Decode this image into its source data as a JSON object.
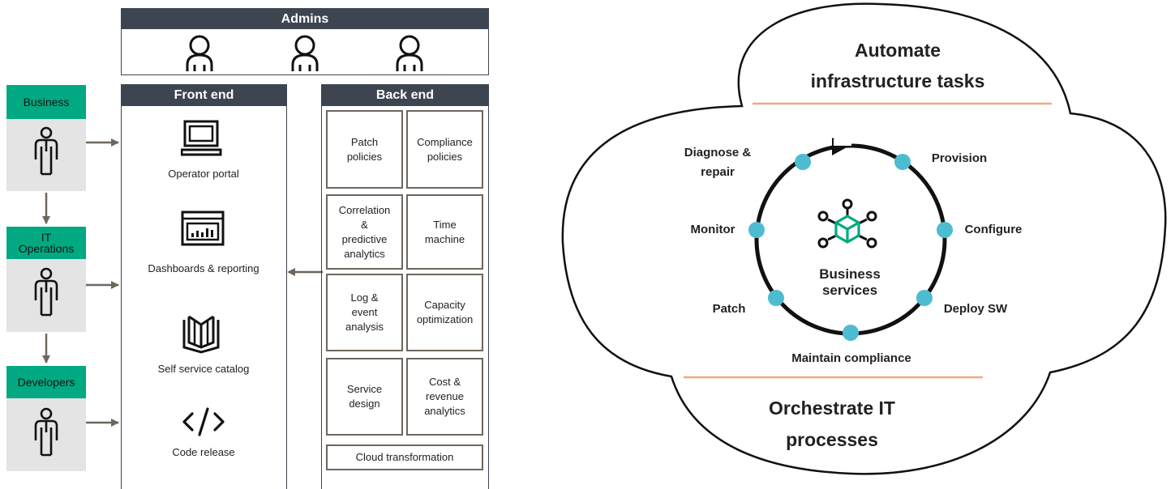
{
  "admins": {
    "title": "Admins"
  },
  "roles": [
    {
      "label": "Business"
    },
    {
      "label": "IT\nOperations"
    },
    {
      "label": "Developers"
    }
  ],
  "front_end": {
    "title": "Front end",
    "items": [
      {
        "label": "Operator portal",
        "icon": "laptop-icon"
      },
      {
        "label": "Dashboards & reporting",
        "icon": "dashboard-icon"
      },
      {
        "label": "Self service catalog",
        "icon": "book-icon"
      },
      {
        "label": "Code release",
        "icon": "code-icon"
      }
    ]
  },
  "back_end": {
    "title": "Back end",
    "cells": [
      "Patch\npolicies",
      "Compliance\npolicies",
      "Correlation\n&\npredictive\nanalytics",
      "Time\nmachine",
      "Log &\nevent\nanalysis",
      "Capacity\noptimization",
      "Service\ndesign",
      "Cost &\nrevenue\nanalytics",
      "Cloud transformation"
    ]
  },
  "cloud": {
    "top_title": [
      "Automate",
      "infrastructure tasks"
    ],
    "bottom_title": [
      "Orchestrate IT",
      "processes"
    ],
    "center_label": [
      "Business",
      "services"
    ],
    "steps": [
      [
        "Diagnose &",
        "repair"
      ],
      [
        "Provision"
      ],
      [
        "Monitor"
      ],
      [
        "Configure"
      ],
      [
        "Patch"
      ],
      [
        "Deploy SW"
      ],
      [
        "Maintain compliance"
      ]
    ],
    "colors": {
      "node": "#4dbcd0",
      "rule": "#f0a884",
      "hub": "#01a982"
    }
  }
}
